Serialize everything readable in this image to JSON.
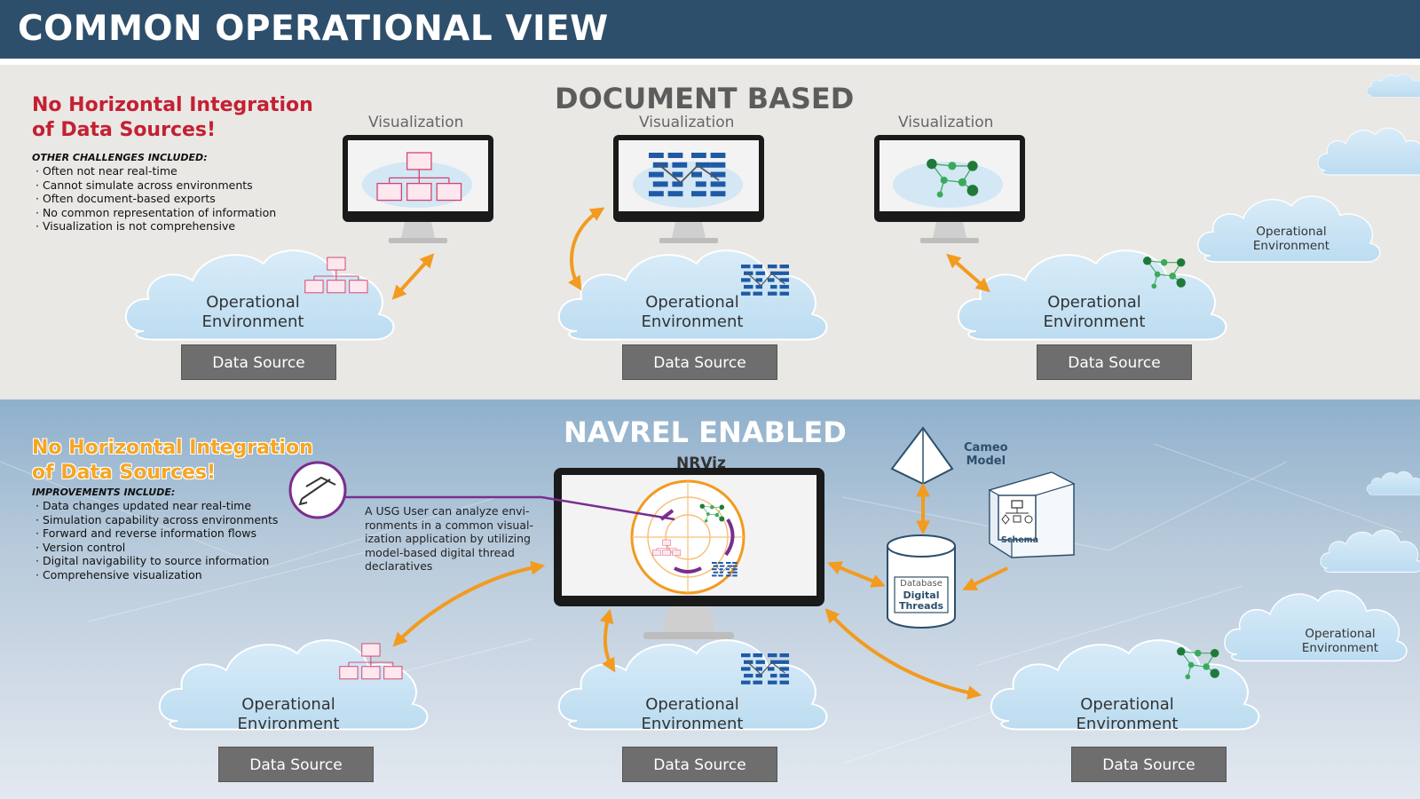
{
  "header": {
    "title": "COMMON OPERATIONAL VIEW"
  },
  "document_based": {
    "title": "DOCUMENT BASED",
    "heading_line1": "No Horizontal Integration",
    "heading_line2": "of Data Sources!",
    "subheading": "OTHER CHALLENGES INCLUDED:",
    "challenges": [
      "Often not near real-time",
      "Cannot simulate across environments",
      "Often document-based exports",
      "No common representation of information",
      "Visualization is not comprehensive"
    ],
    "visualization_label": "Visualization",
    "op_env_line1": "Operational",
    "op_env_line2": "Environment",
    "data_source_label": "Data Source"
  },
  "navrel_enabled": {
    "title": "NAVREL ENABLED",
    "heading_line1": "No Horizontal Integration",
    "heading_line2": "of Data Sources!",
    "subheading": "IMPROVEMENTS INCLUDE:",
    "improvements": [
      "Data changes updated near real-time",
      "Simulation capability across environments",
      "Forward and reverse information flows",
      "Version control",
      "Digital navigability to source information",
      "Comprehensive visualization"
    ],
    "nrviz_label": "NRViz",
    "user_note": [
      "A USG User can analyze envi-",
      "ronments in a common visual-",
      "ization application by utilizing",
      "model-based digital thread",
      "declaratives"
    ],
    "cameo_line1": "Cameo",
    "cameo_line2": "Model",
    "schema_label": "Schema",
    "db_line1": "Database",
    "db_line2": "Digital",
    "db_line3": "Threads",
    "op_env_line1": "Operational",
    "op_env_line2": "Environment",
    "data_source_label": "Data Source"
  },
  "colors": {
    "header_bg": "#2d4f6c",
    "red_heading": "#c42032",
    "orange_accent": "#f5a623",
    "purple_accent": "#7b2d8e",
    "data_source_bg": "#6e6e6e"
  }
}
